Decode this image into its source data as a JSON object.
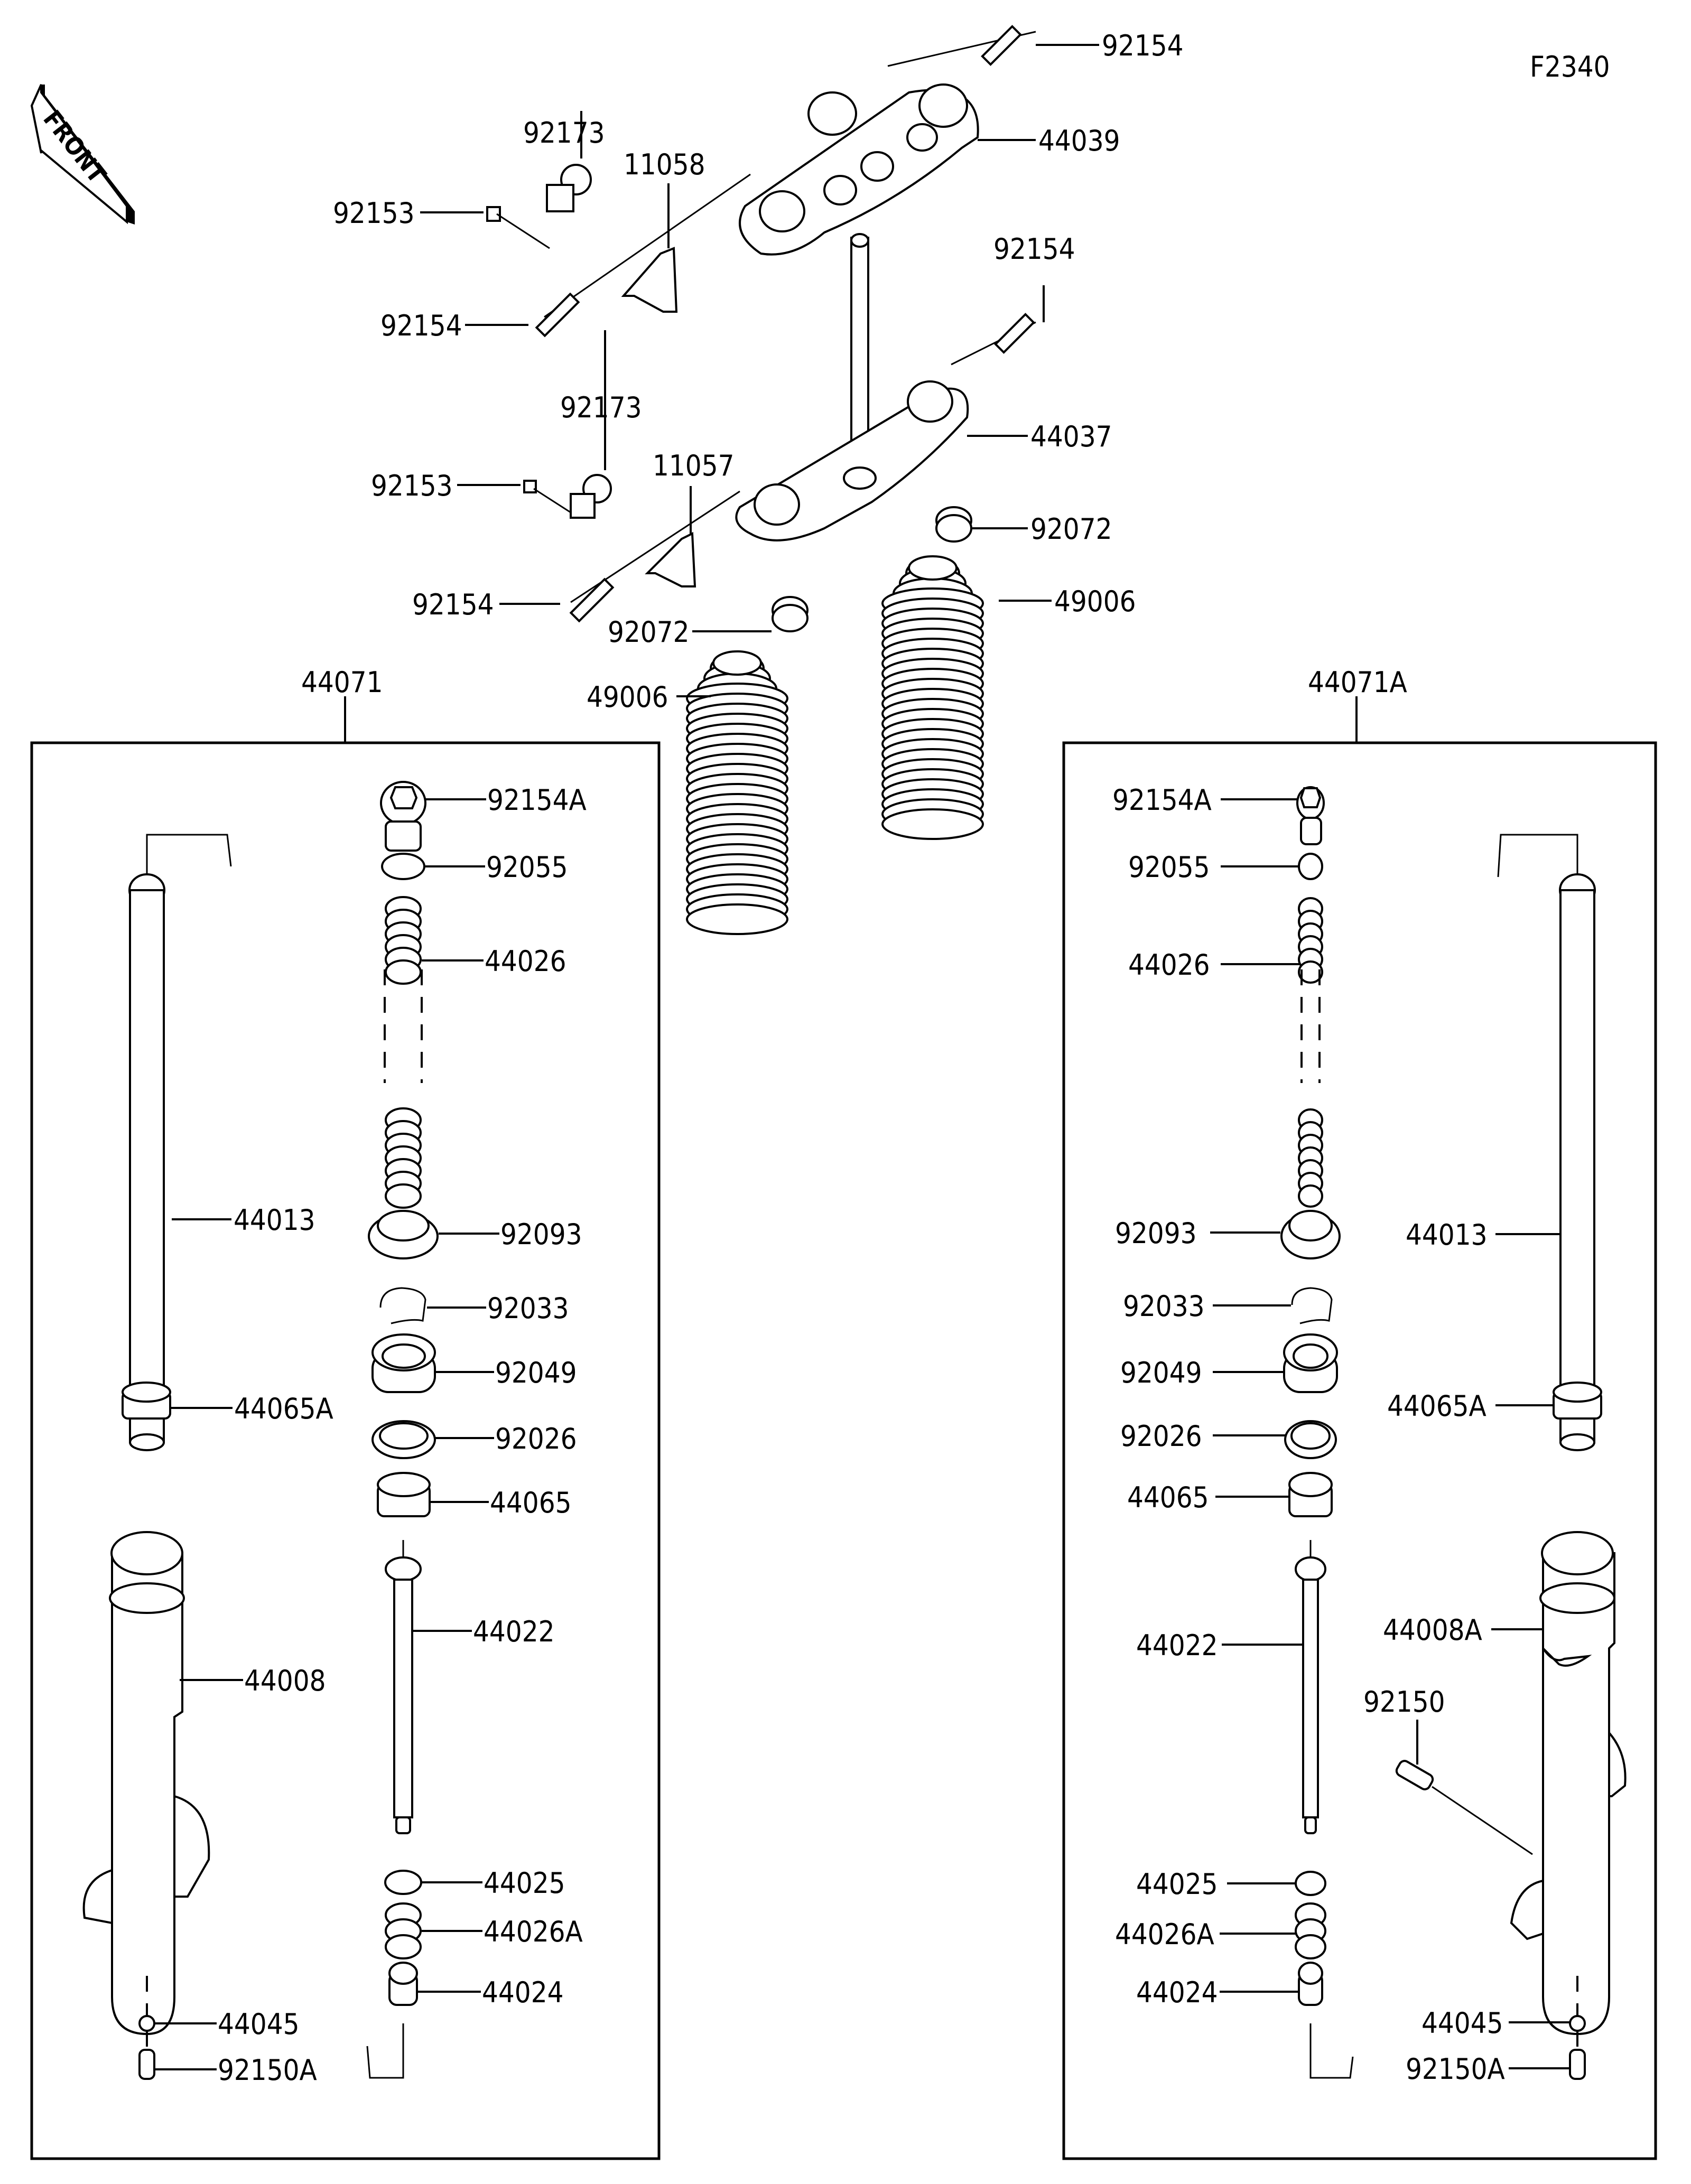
{
  "figure_code": "F2340",
  "front_indicator": "FRONT",
  "colors": {
    "ink": "#000000",
    "paper": "#ffffff"
  },
  "top_labels": {
    "bolt_upper_right": "92154",
    "upper_bracket": "44039",
    "clamp_upper": "92173",
    "plate_upper": "11058",
    "screw_upper": "92153",
    "bolt_upper_left": "92154",
    "bolt_lower_right": "92154",
    "lower_bracket": "44037",
    "clamp_lower": "92173",
    "plate_lower": "11057",
    "screw_lower": "92153",
    "bolt_lower_left": "92154",
    "band_right": "92072",
    "boot_right": "49006",
    "band_left": "92072",
    "boot_left": "49006"
  },
  "left_fork": {
    "assembly": "44071",
    "labels": {
      "cap_bolt": "92154A",
      "o_ring": "92055",
      "spring": "44026",
      "inner_tube": "44013",
      "dust_seal": "92093",
      "circlip": "92033",
      "oil_seal": "92049",
      "washer": "92026",
      "guide_bush_a": "44065A",
      "guide_bush": "44065",
      "cylinder": "44022",
      "outer_tube": "44008",
      "ring": "44025",
      "rebound_spring": "44026A",
      "piece": "44024",
      "gasket": "44045",
      "bottom_bolt": "92150A"
    }
  },
  "right_fork": {
    "assembly": "44071A",
    "labels": {
      "cap_bolt": "92154A",
      "o_ring": "92055",
      "spring": "44026",
      "dust_seal": "92093",
      "circlip": "92033",
      "oil_seal": "92049",
      "washer": "92026",
      "guide_bush": "44065",
      "guide_bush_a": "44065A",
      "inner_tube": "44013",
      "cylinder": "44022",
      "outer_tube": "44008A",
      "axle_bolt": "92150",
      "ring": "44025",
      "rebound_spring": "44026A",
      "piece": "44024",
      "gasket": "44045",
      "bottom_bolt": "92150A"
    }
  }
}
